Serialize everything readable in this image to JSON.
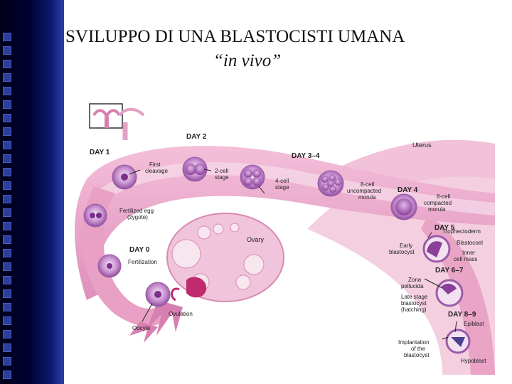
{
  "slide": {
    "title": "SVILUPPO DI UNA BLASTOCISTI UMANA",
    "subtitle": "“in vivo”"
  },
  "figure": {
    "days": {
      "day1": "DAY 1",
      "day2": "DAY 2",
      "day3_4": "DAY 3–4",
      "day4": "DAY 4",
      "day5": "DAY 5",
      "day0": "DAY 0",
      "day6_7": "DAY 6–7",
      "day8_9": "DAY 8–9"
    },
    "labels": {
      "uterus": "Uterus",
      "first_cleavage_1": "First",
      "first_cleavage_2": "cleavage",
      "two_cell_1": "2-cell",
      "two_cell_2": "stage",
      "four_cell_1": "4-cell",
      "four_cell_2": "stage",
      "eight_cell_unc_1": "8-cell",
      "eight_cell_unc_2": "uncompacted",
      "eight_cell_unc_3": "morula",
      "eight_cell_comp_1": "8-cell",
      "eight_cell_comp_2": "compacted",
      "eight_cell_comp_3": "morula",
      "fertilized_1": "Fertilized egg",
      "fertilized_2": "(zygote)",
      "ovary": "Ovary",
      "trophectoderm": "Trophectoderm",
      "blastocoel": "Blastocoel",
      "inner_mass_1": "Inner",
      "inner_mass_2": "cell mass",
      "early_blast_1": "Early",
      "early_blast_2": "blastocyst",
      "fertilization": "Fertilization",
      "zona_1": "Zona",
      "zona_2": "pellucida",
      "late_1": "Late stage",
      "late_2": "blastocyst",
      "late_3": "(hatching)",
      "ovulation": "Ovulation",
      "oocyte": "Oocyte",
      "epiblast": "Epiblast",
      "implant_1": "Implantation",
      "implant_2": "of the",
      "implant_3": "blastocyst",
      "hypoblast": "Hypoblast"
    }
  },
  "colors": {
    "band_dark": "#000022",
    "band_accent": "#2c3e9c",
    "tissue_pink": "#e9a6c8",
    "uterus_pink": "#f3c9dd",
    "embryo_purple": "#b86ab8"
  }
}
